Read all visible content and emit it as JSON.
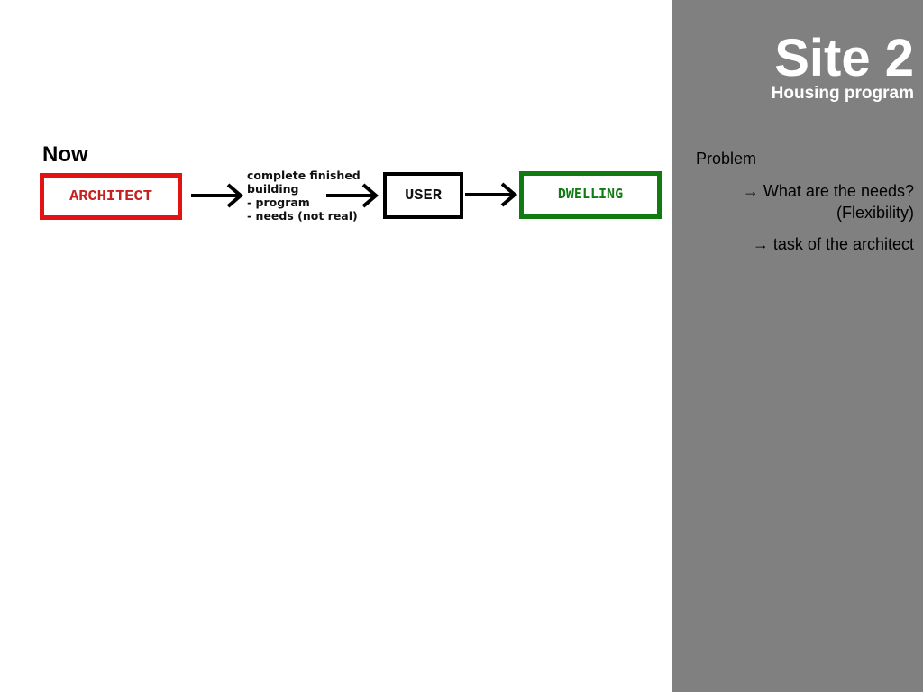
{
  "sidebar": {
    "title": "Site 2",
    "subtitle": "Housing program",
    "problem_label": "Problem",
    "points": [
      "→ What are the needs? (Flexibility)",
      "→ task of the architect"
    ]
  },
  "diagram": {
    "heading": "Now",
    "boxes": {
      "architect": "ARCHITECT",
      "user": "USER",
      "dwelling": "DWELLING"
    },
    "note_lines": [
      "complete finished",
      "building",
      "- program",
      "- needs (not real)"
    ],
    "colors": {
      "architect": "#e31313",
      "user": "#000000",
      "dwelling": "#117a11",
      "sidebar": "#808080"
    }
  }
}
